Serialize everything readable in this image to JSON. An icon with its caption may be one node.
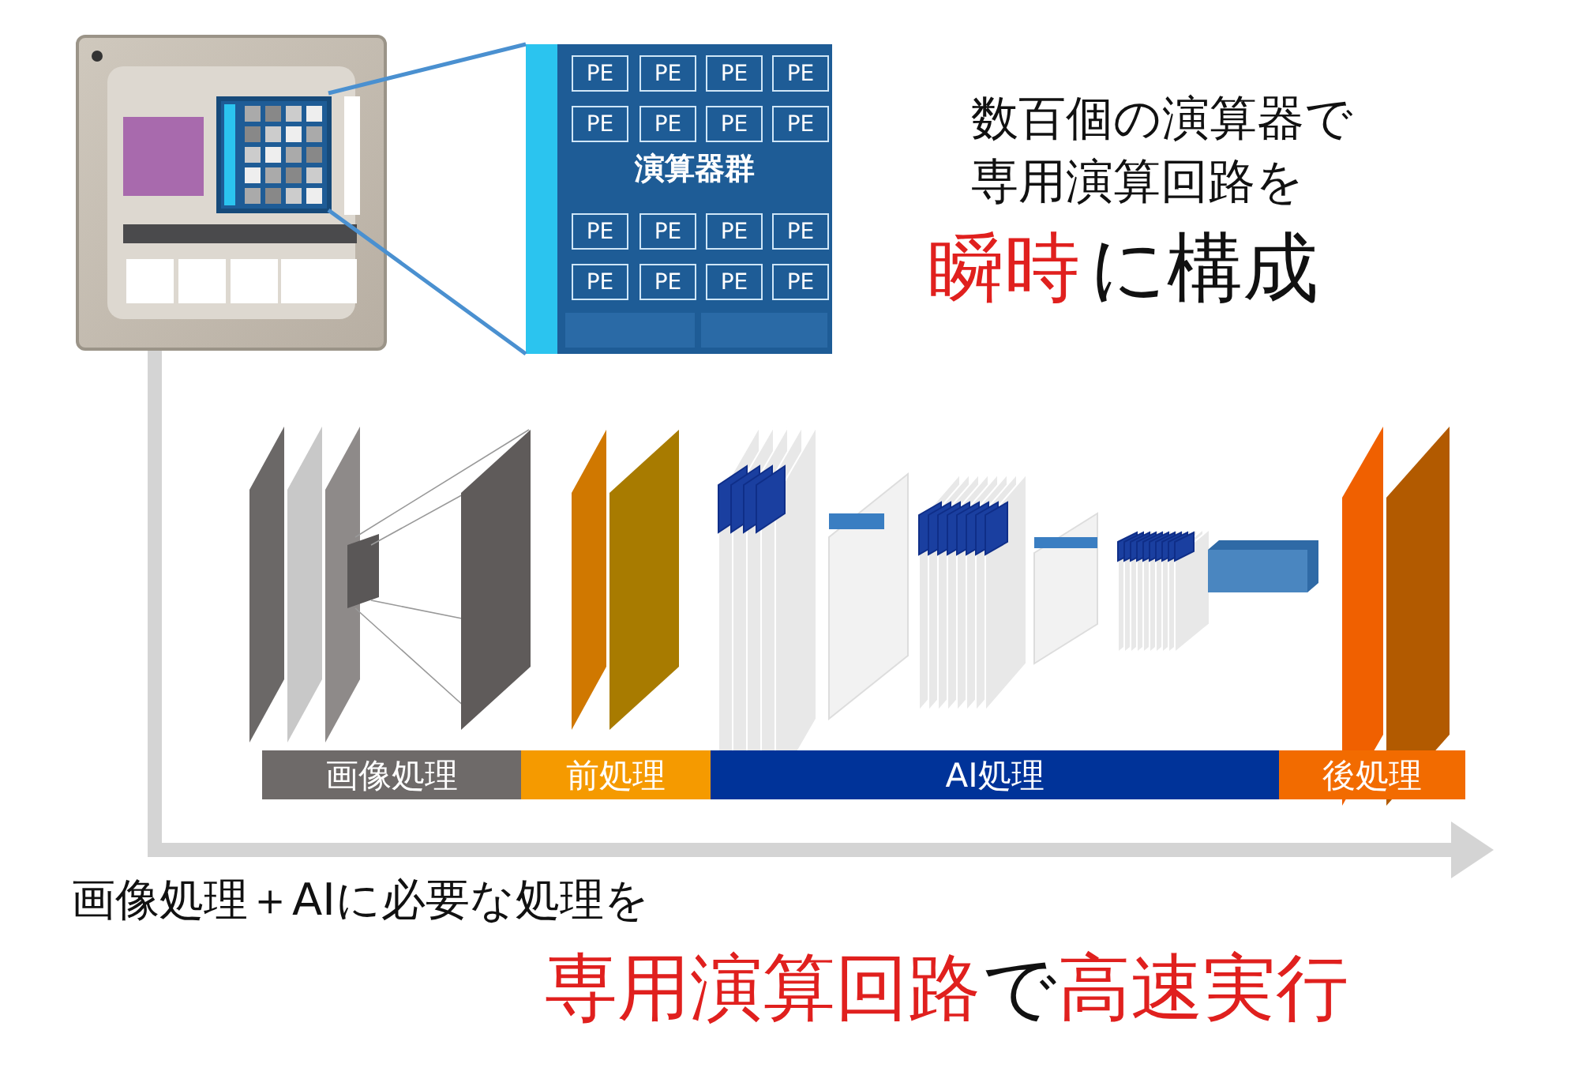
{
  "diagram": {
    "nodes": [
      {
        "text": [],
        "shape": "picture"
      },
      {
        "text": [],
        "shape": "box",
        "in": 0
      },
      {
        "text": [],
        "shape": "box",
        "in": 0
      },
      {
        "text": [
          "演算器群"
        ]
      },
      {
        "text": [
          "PE"
        ],
        "in": 3
      },
      {
        "text": [
          "PE"
        ],
        "in": 3
      },
      {
        "text": [
          "PE"
        ],
        "in": 3
      },
      {
        "text": [
          "PE"
        ],
        "in": 3
      },
      {
        "text": [
          "PE"
        ],
        "in": 3
      },
      {
        "text": [
          "PE"
        ],
        "in": 3
      },
      {
        "text": [
          "PE"
        ],
        "in": 3
      },
      {
        "text": [
          "PE"
        ],
        "in": 3
      },
      {
        "text": [
          "PE"
        ],
        "in": 3
      },
      {
        "text": [
          "PE"
        ],
        "in": 3
      },
      {
        "text": [
          "PE"
        ],
        "in": 3
      },
      {
        "text": [
          "PE"
        ],
        "in": 3
      },
      {
        "text": [
          "PE"
        ],
        "in": 3
      },
      {
        "text": [
          "PE"
        ],
        "in": 3
      },
      {
        "text": [
          "PE"
        ],
        "in": 3
      },
      {
        "text": [
          "PE"
        ],
        "in": 3
      },
      {
        "text": [
          "画像処理"
        ]
      },
      {
        "text": [
          "前処理"
        ]
      },
      {
        "text": [
          "AI処理"
        ]
      },
      {
        "text": [
          "後処理"
        ]
      }
    ],
    "edges": [
      {
        "from": 2,
        "to": 3,
        "arrow": "none"
      },
      {
        "from": 2,
        "to": 3,
        "arrow": "none"
      },
      {
        "from": 0,
        "to": 23,
        "arrow": "to",
        "style": "thick",
        "color": "#d4d4d4"
      }
    ],
    "labels": [
      "数百個の演算器で",
      "専用演算回路を",
      "瞬時",
      "に構成",
      "画像処理＋AIに必要な処理を",
      "専用演算回路",
      "で",
      "高速実行"
    ]
  }
}
